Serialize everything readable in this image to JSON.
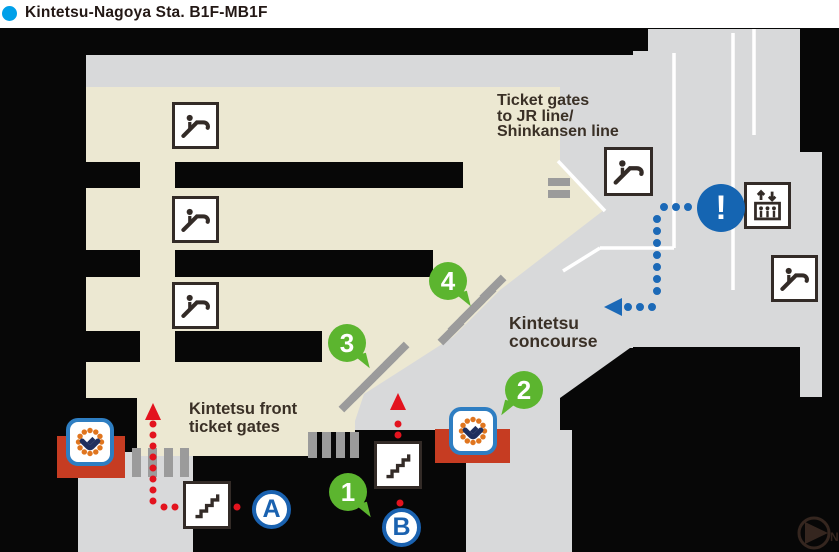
{
  "title": {
    "text": "Kintetsu-Nagoya Sta. B1F-MB1F"
  },
  "map_labels": {
    "jr_ticket_gates": "Ticket gates\nto JR line/\nShinkansen line",
    "kintetsu_concourse": "Kintetsu\nconcourse",
    "kintetsu_front_ticket_gates": "Kintetsu front\nticket gates"
  },
  "markers": {
    "route1": {
      "label": "1"
    },
    "route2": {
      "label": "2"
    },
    "route3": {
      "label": "3"
    },
    "route4": {
      "label": "4"
    },
    "point_a": {
      "label": "A"
    },
    "point_b": {
      "label": "B"
    },
    "alert": {
      "label": "!"
    }
  },
  "compass": {
    "label": "N"
  },
  "icons": {
    "escalator": "escalator-icon",
    "elevator": "elevator-icon",
    "stairs": "stairs-icon",
    "seat_landmark": "seat-landmark-icon",
    "alert": "alert-icon",
    "compass": "compass-north-icon",
    "title_bullet": "bullet-icon"
  },
  "colors": {
    "platform_beige": "#ece8d2",
    "concourse_gray": "#d8d9da",
    "track_black": "#070707",
    "accent_red": "#c63c22",
    "path_red": "#e3131e",
    "path_blue": "#1b69b7",
    "marker_green": "#5cb52f",
    "circle_blue": "#1a62b0",
    "alert_blue": "#1565b2",
    "title_dot_blue": "#00a0e9",
    "text_dark": "#3a3026"
  }
}
